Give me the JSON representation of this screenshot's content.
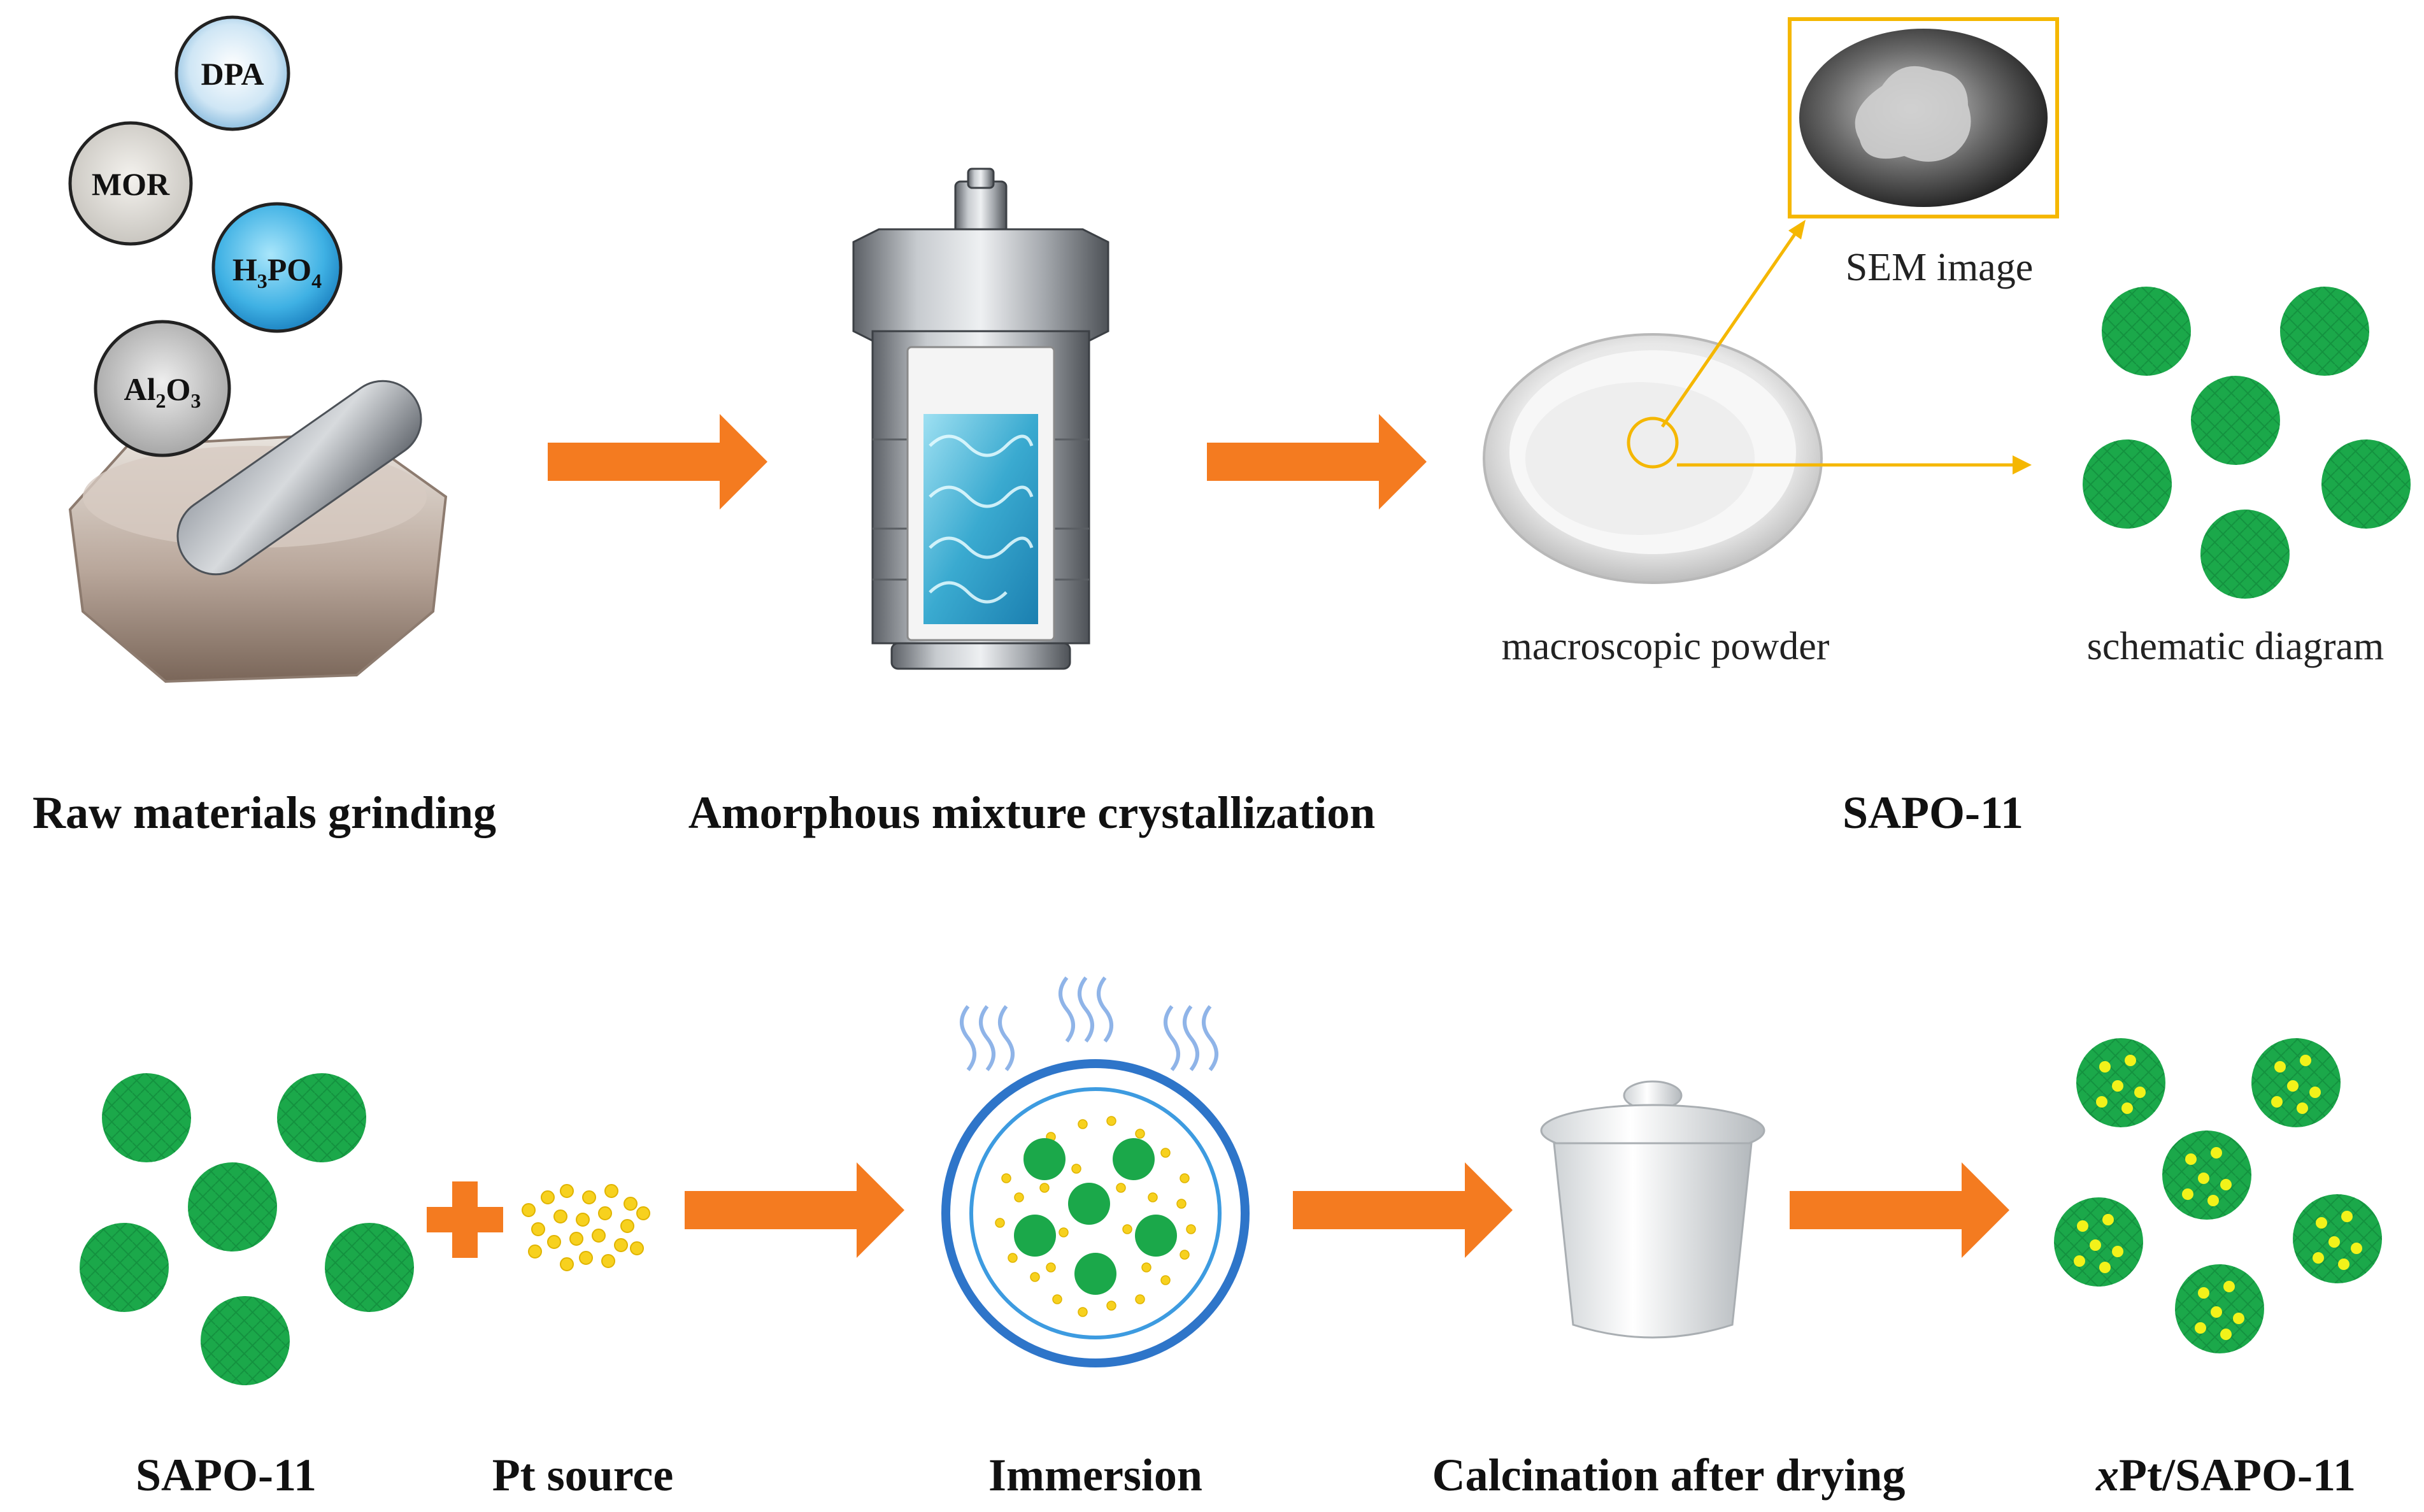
{
  "top_row": {
    "stage_labels": {
      "grinding": "Raw materials grinding",
      "crystallization": "Amorphous mixture crystallization",
      "product": "SAPO-11"
    },
    "raw_materials": {
      "dpa": "DPA",
      "mor": "MOR",
      "h3po4": {
        "base": "H",
        "sub1": "3",
        "mid": "PO",
        "sub2": "4"
      },
      "al2o3": {
        "base": "Al",
        "sub1": "2",
        "mid": "O",
        "sub2": "3"
      }
    },
    "captions": {
      "sem": "SEM image",
      "powder": "macroscopic powder",
      "schematic": "schematic diagram"
    }
  },
  "bottom_row": {
    "labels": {
      "sapo": "SAPO-11",
      "pt_source": "Pt source",
      "immersion": "Immersion",
      "calcination": "Calcination after drying",
      "product_prefix": "x",
      "product_rest": "Pt/SAPO-11"
    }
  },
  "colors": {
    "arrow": "#F47B20",
    "particle_green": "#1BA84A",
    "pt_yellow": "#F7D11E",
    "dish_blue": "#2E75C9",
    "highlight": "#F5B700"
  }
}
